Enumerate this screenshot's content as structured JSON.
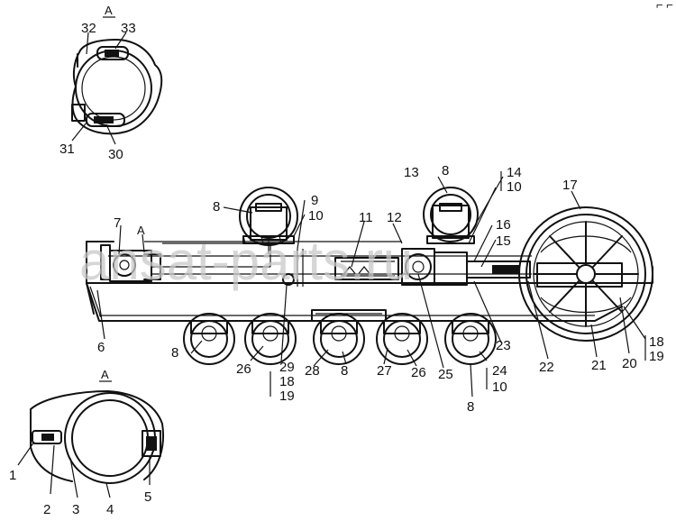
{
  "watermark": "ansat-parts.ru",
  "view_labels": {
    "top_view": "А",
    "main_view": "А",
    "bottom_view": "А"
  },
  "callouts": {
    "c1": "1",
    "c2": "2",
    "c3": "3",
    "c4": "4",
    "c5": "5",
    "c6": "6",
    "c7": "7",
    "c8a": "8",
    "c8b": "8",
    "c8c": "8",
    "c8d": "8",
    "c8e": "8",
    "c9": "9",
    "c10a": "10",
    "c10b": "10",
    "c10c": "10",
    "c11": "11",
    "c12": "12",
    "c13": "13",
    "c14": "14",
    "c15": "15",
    "c16": "16",
    "c17": "17",
    "c18a": "18",
    "c18b": "18",
    "c19a": "19",
    "c19b": "19",
    "c20": "20",
    "c21": "21",
    "c22": "22",
    "c23": "23",
    "c24": "24",
    "c25": "25",
    "c26a": "26",
    "c26b": "26",
    "c27": "27",
    "c28": "28",
    "c29": "29",
    "c30": "30",
    "c31": "31",
    "c32": "32",
    "c33": "33"
  },
  "corner_mark": "⌐ ⌐"
}
